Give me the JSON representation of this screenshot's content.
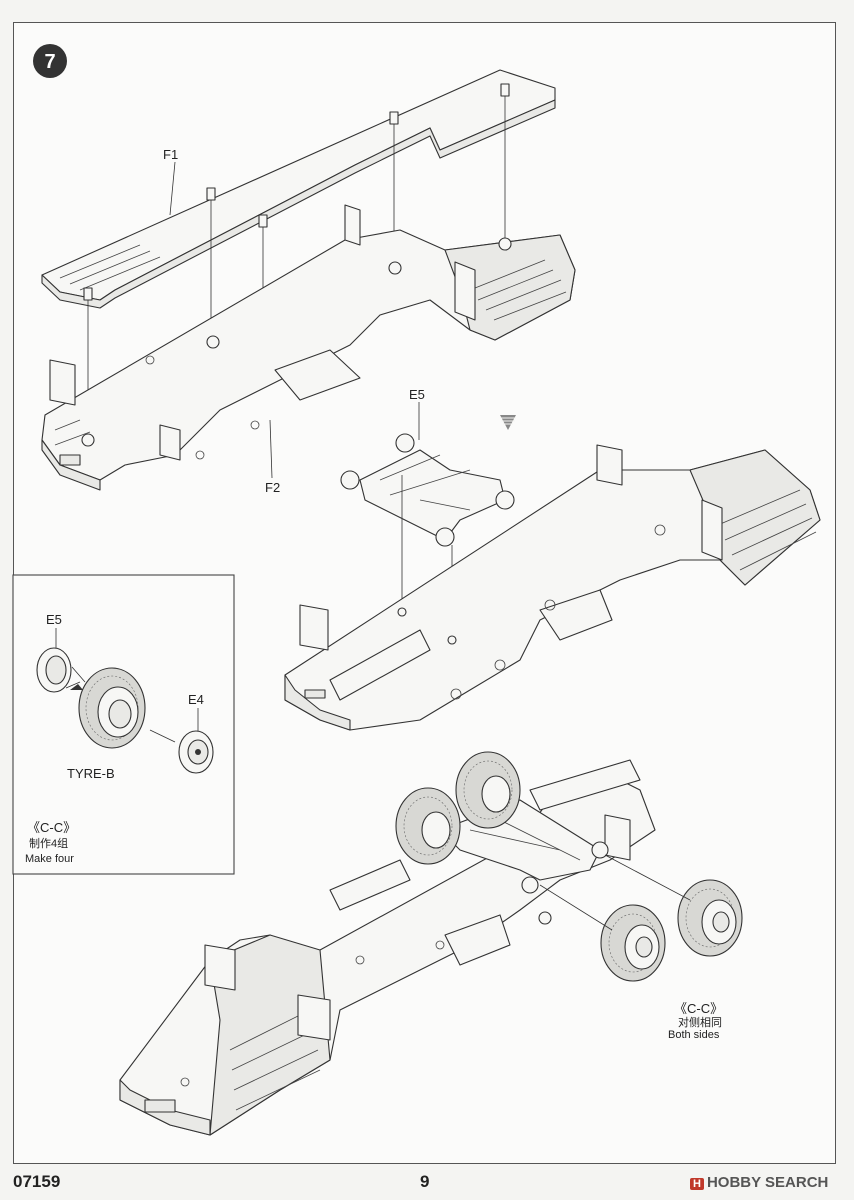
{
  "step": {
    "number": "7"
  },
  "labels": {
    "f1": "F1",
    "f2": "F2",
    "e5_top": "E5",
    "e5_inset": "E5",
    "e4_inset": "E4",
    "tyre": "TYRE-B"
  },
  "inset": {
    "code": "《C-C》",
    "cn": "制作4组",
    "en": "Make four"
  },
  "both_sides": {
    "code": "《C-C》",
    "cn": "对侧相同",
    "en": "Both sides"
  },
  "footer": {
    "code": "07159",
    "page": "9",
    "brand": "HOBBY SEARCH",
    "brand_mark": "H"
  }
}
